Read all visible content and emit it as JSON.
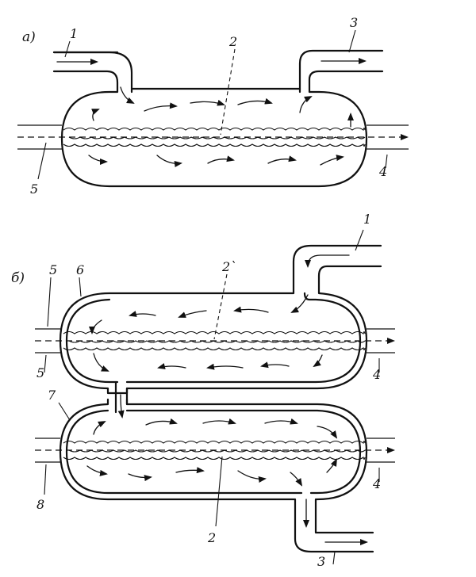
{
  "panels": [
    {
      "label": "а)"
    },
    {
      "label": "б)"
    }
  ],
  "callouts": [
    "1",
    "2",
    "3",
    "4",
    "5",
    "6",
    "7",
    "8"
  ],
  "callouts_b": {
    "two_prime": "2`"
  }
}
